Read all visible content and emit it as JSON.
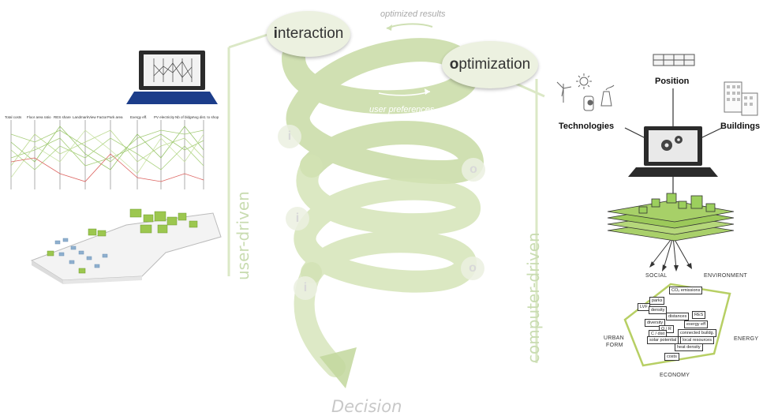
{
  "center": {
    "interaction_bold": "i",
    "interaction_rest": "nteraction",
    "optimization_bold": "o",
    "optimization_rest": "ptimization",
    "optimized_results": "optimized results",
    "user_preferences": "user preferences",
    "ghost_i": "i",
    "ghost_o": "o",
    "decision": "Decision"
  },
  "sides": {
    "left_label": "user-driven",
    "right_label": "computer-driven"
  },
  "computer_side": {
    "position": "Position",
    "technologies": "Technologies",
    "buildings": "Buildings"
  },
  "pentagon": {
    "social": "SOCIAL",
    "environment": "ENVIRONMENT",
    "urban1": "URBAN",
    "urban2": "FORM",
    "energy": "ENERGY",
    "economy": "ECONOMY",
    "tags": [
      "CO₂ emissions",
      "parks",
      "LVF",
      "density",
      "distances",
      "RES",
      "diversity",
      "exergy eff",
      "O / R",
      "C / dist",
      "connected buildg.",
      "solar potential",
      "local resources",
      "heat density",
      "costs"
    ]
  },
  "parallel_coords": {
    "headers": [
      "Total costs",
      "Floor area ratio",
      "RES share",
      "Landmark",
      "View Factor",
      "Park area",
      "Exergy eff.",
      "PV electricity",
      "Nb of bldgs",
      "Avg dist. to shop"
    ]
  },
  "colors": {
    "spiral": "#d4e3b4",
    "spiral_dark": "#b9cf92",
    "side_label": "#c9dcb1",
    "city_green": "#9cc74f",
    "city_blue": "#8fb0cf"
  }
}
